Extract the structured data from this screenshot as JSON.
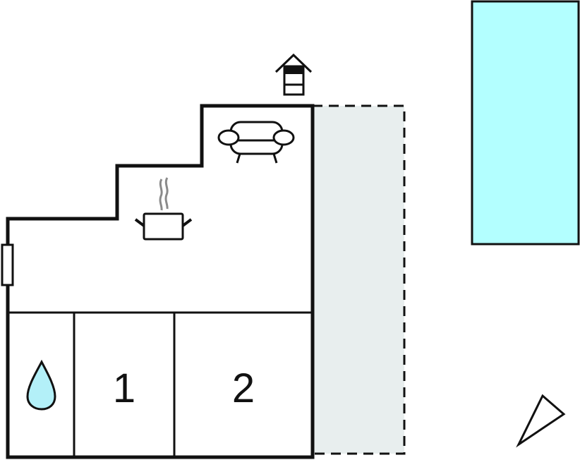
{
  "diagram": {
    "type": "floor-plan",
    "colors": {
      "wall": "#111111",
      "terrace_fill": "#e8eeee",
      "pool_fill": "#b3ffff",
      "water_drop_fill": "#b3f0f8",
      "steam": "#8a8a8a",
      "background": "#ffffff"
    },
    "rooms": [
      {
        "id": "bathroom",
        "label": "",
        "icon": "water-drop-icon"
      },
      {
        "id": "bedroom-1",
        "label": "1"
      },
      {
        "id": "bedroom-2",
        "label": "2"
      },
      {
        "id": "living-kitchen",
        "label": "",
        "icons": [
          "cooking-pot-icon",
          "sofa-icon"
        ]
      }
    ],
    "exterior": {
      "terrace": "dashed-area",
      "pool": "swimming-pool",
      "entrance_icon": "house-entrance-icon",
      "compass_icon": "north-arrow-icon"
    }
  }
}
